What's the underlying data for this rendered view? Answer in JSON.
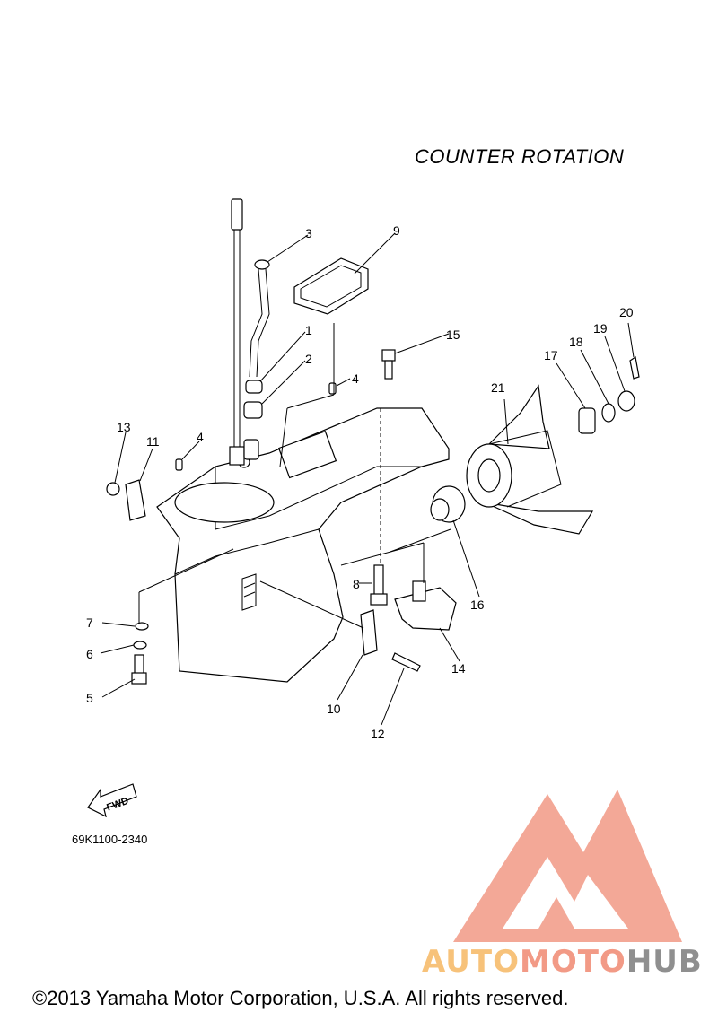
{
  "title": "COUNTER ROTATION",
  "part_number": "69K1100-2340",
  "fwd_label": "FWD",
  "copyright": "©2013 Yamaha Motor Corporation, U.S.A. All rights reserved.",
  "watermark": {
    "part1": "AUTO",
    "part2": "MOTO",
    "part3": "HUB",
    "colors": {
      "auto": "#f7c27a",
      "moto": "#f29a86",
      "hub": "#8f8f8f",
      "logo": "#f29a86"
    }
  },
  "callouts": [
    "1",
    "2",
    "3",
    "4",
    "4",
    "5",
    "6",
    "7",
    "8",
    "9",
    "10",
    "11",
    "12",
    "13",
    "14",
    "15",
    "16",
    "17",
    "18",
    "19",
    "20",
    "21"
  ]
}
